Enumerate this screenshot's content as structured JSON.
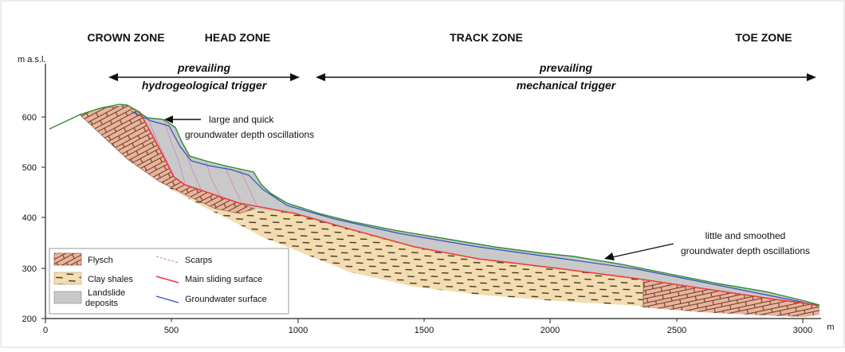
{
  "zones": {
    "crown": "CROWN ZONE",
    "head": "HEAD ZONE",
    "track": "TRACK ZONE",
    "toe": "TOE ZONE"
  },
  "triggers": {
    "hydro_line1": "prevailing",
    "hydro_line2": "hydrogeological trigger",
    "mech_line1": "prevailing",
    "mech_line2": "mechanical trigger"
  },
  "annotations": {
    "upper_line1": "large and quick",
    "upper_line2": "groundwater depth oscillations",
    "lower_line1": "little and smoothed",
    "lower_line2": "groundwater depth oscillations"
  },
  "axes": {
    "y_unit": "m a.s.l.",
    "x_unit": "m",
    "y_ticks": [
      "600",
      "500",
      "400",
      "300",
      "200"
    ],
    "x_ticks": [
      "0",
      "500",
      "1000",
      "1500",
      "2000",
      "2500",
      "3000"
    ]
  },
  "legend": {
    "flysch": "Flysch",
    "clay": "Clay shales",
    "deposits_line1": "Landslide",
    "deposits_line2": "deposits",
    "scarps": "Scarps",
    "sliding": "Main sliding surface",
    "groundwater": "Groundwater surface"
  },
  "colors": {
    "flysch_fill": "#e8b49c",
    "clay_fill": "#f3dcb0",
    "deposits_fill": "#c9c9c9",
    "sliding_surface": "#ee3a3a",
    "groundwater": "#3050c0",
    "scarps": "#d090c0",
    "ground_line": "#2e8b2e"
  }
}
